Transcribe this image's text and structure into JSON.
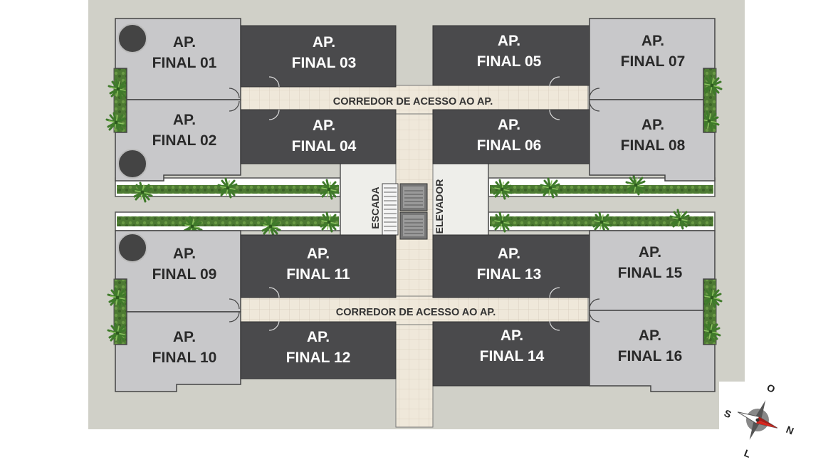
{
  "units": {
    "u01": {
      "line1": "AP.",
      "line2": "FINAL 01",
      "shade": "light"
    },
    "u02": {
      "line1": "AP.",
      "line2": "FINAL 02",
      "shade": "light"
    },
    "u03": {
      "line1": "AP.",
      "line2": "FINAL 03",
      "shade": "dark"
    },
    "u04": {
      "line1": "AP.",
      "line2": "FINAL 04",
      "shade": "dark"
    },
    "u05": {
      "line1": "AP.",
      "line2": "FINAL 05",
      "shade": "dark"
    },
    "u06": {
      "line1": "AP.",
      "line2": "FINAL 06",
      "shade": "dark"
    },
    "u07": {
      "line1": "AP.",
      "line2": "FINAL 07",
      "shade": "light"
    },
    "u08": {
      "line1": "AP.",
      "line2": "FINAL 08",
      "shade": "light"
    },
    "u09": {
      "line1": "AP.",
      "line2": "FINAL 09",
      "shade": "light"
    },
    "u10": {
      "line1": "AP.",
      "line2": "FINAL 10",
      "shade": "light"
    },
    "u11": {
      "line1": "AP.",
      "line2": "FINAL 11",
      "shade": "dark"
    },
    "u12": {
      "line1": "AP.",
      "line2": "FINAL 12",
      "shade": "dark"
    },
    "u13": {
      "line1": "AP.",
      "line2": "FINAL 13",
      "shade": "dark"
    },
    "u14": {
      "line1": "AP.",
      "line2": "FINAL 14",
      "shade": "dark"
    },
    "u15": {
      "line1": "AP.",
      "line2": "FINAL 15",
      "shade": "light"
    },
    "u16": {
      "line1": "AP.",
      "line2": "FINAL 16",
      "shade": "light"
    }
  },
  "corridors": {
    "top": "CORREDOR DE ACESSO AO AP.",
    "bottom": "CORREDOR DE ACESSO AO AP."
  },
  "core": {
    "stairs": "ESCADA",
    "elevator": "ELEVADOR"
  },
  "compass": {
    "north": "N",
    "south": "S",
    "east": "L",
    "west": "O"
  },
  "colors": {
    "ground": "#d4d4cc",
    "light_unit": "#c8c8ca",
    "dark_unit": "#4a4a4c",
    "corridor": "#eee6d8",
    "garden": "#4e7a34",
    "compass_north": "#d9241c"
  }
}
